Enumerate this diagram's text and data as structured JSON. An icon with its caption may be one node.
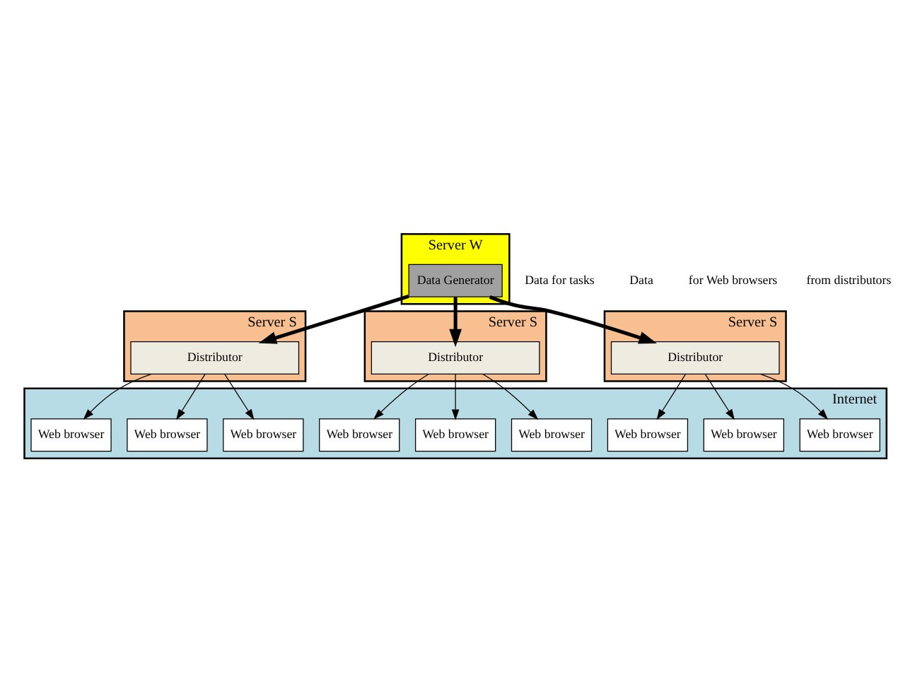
{
  "diagram": {
    "nodes": [
      {
        "text": [
          "Server W"
        ]
      },
      {
        "text": [
          "Data Generator"
        ],
        "in": 0
      },
      {
        "text": [
          "Server S"
        ]
      },
      {
        "text": [
          "Distributor"
        ],
        "in": 2
      },
      {
        "text": [
          "Server S"
        ]
      },
      {
        "text": [
          "Distributor"
        ],
        "in": 4
      },
      {
        "text": [
          "Server S"
        ]
      },
      {
        "text": [
          "Distributor"
        ],
        "in": 6
      },
      {
        "text": [
          "Internet"
        ]
      },
      {
        "text": [
          "Web browser"
        ],
        "in": 8
      },
      {
        "text": [
          "Web browser"
        ],
        "in": 8
      },
      {
        "text": [
          "Web browser"
        ],
        "in": 8
      },
      {
        "text": [
          "Web browser"
        ],
        "in": 8
      },
      {
        "text": [
          "Web browser"
        ],
        "in": 8
      },
      {
        "text": [
          "Web browser"
        ],
        "in": 8
      },
      {
        "text": [
          "Web browser"
        ],
        "in": 8
      },
      {
        "text": [
          "Web browser"
        ],
        "in": 8
      },
      {
        "text": [
          "Web browser"
        ],
        "in": 8
      }
    ],
    "edges": [
      {
        "from": 1,
        "to": 3,
        "arrow": "to",
        "style": "thick"
      },
      {
        "from": 1,
        "to": 5,
        "arrow": "to",
        "style": "thick"
      },
      {
        "from": 1,
        "to": 7,
        "arrow": "to",
        "style": "thick"
      },
      {
        "from": 3,
        "to": 9,
        "arrow": "to"
      },
      {
        "from": 3,
        "to": 10,
        "arrow": "to"
      },
      {
        "from": 3,
        "to": 11,
        "arrow": "to"
      },
      {
        "from": 5,
        "to": 12,
        "arrow": "to"
      },
      {
        "from": 5,
        "to": 13,
        "arrow": "to"
      },
      {
        "from": 5,
        "to": 14,
        "arrow": "to"
      },
      {
        "from": 7,
        "to": 15,
        "arrow": "to"
      },
      {
        "from": 7,
        "to": 16,
        "arrow": "to"
      },
      {
        "from": 7,
        "to": 17,
        "arrow": "to"
      }
    ],
    "labels": [
      "Data for tasks",
      "Data",
      "for Web browsers",
      "from distributors"
    ]
  }
}
